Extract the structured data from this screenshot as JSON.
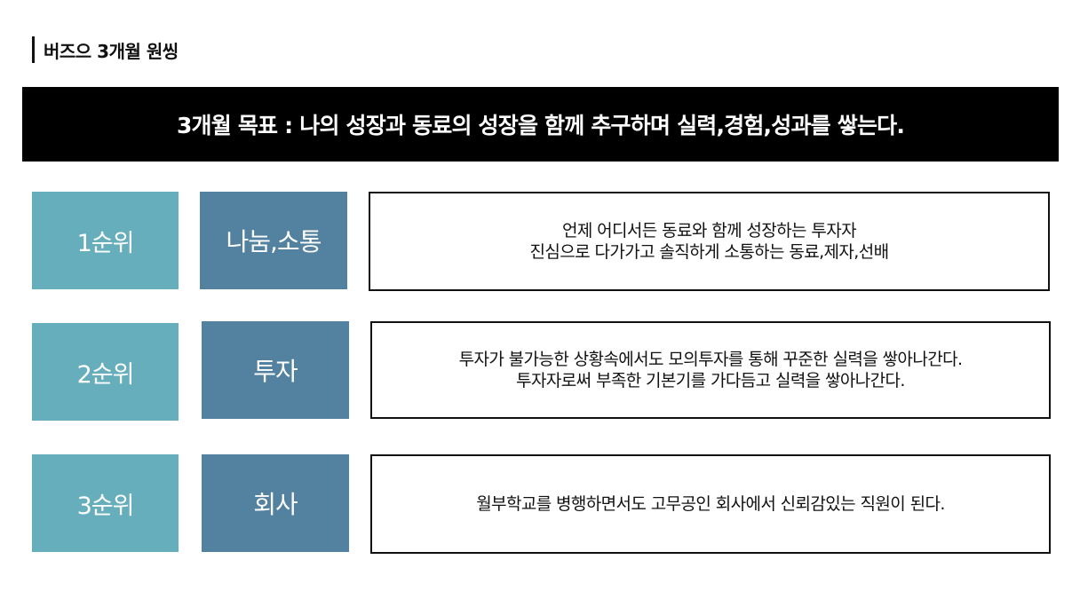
{
  "heading": {
    "title": "버즈으 3개월 원씽"
  },
  "goal": {
    "text": "3개월 목표 : 나의 성장과 동료의 성장을 함께 추구하며 실력,경험,성과를 쌓는다."
  },
  "priorities": [
    {
      "rank": "1순위",
      "topic": "나눔,소통",
      "lines": [
        "언제 어디서든 동료와 함께 성장하는 투자자",
        "진심으로 다가가고 솔직하게 소통하는 동료,제자,선배"
      ]
    },
    {
      "rank": "2순위",
      "topic": "투자",
      "lines": [
        "투자가 불가능한 상황속에서도 모의투자를 통해 꾸준한 실력을 쌓아나간다.",
        "투자자로써 부족한 기본기를 가다듬고 실력을 쌓아나간다."
      ]
    },
    {
      "rank": "3순위",
      "topic": "회사",
      "lines": [
        "월부학교를 병행하면서도 고무공인 회사에서 신뢰감있는 직원이 된다."
      ]
    }
  ]
}
